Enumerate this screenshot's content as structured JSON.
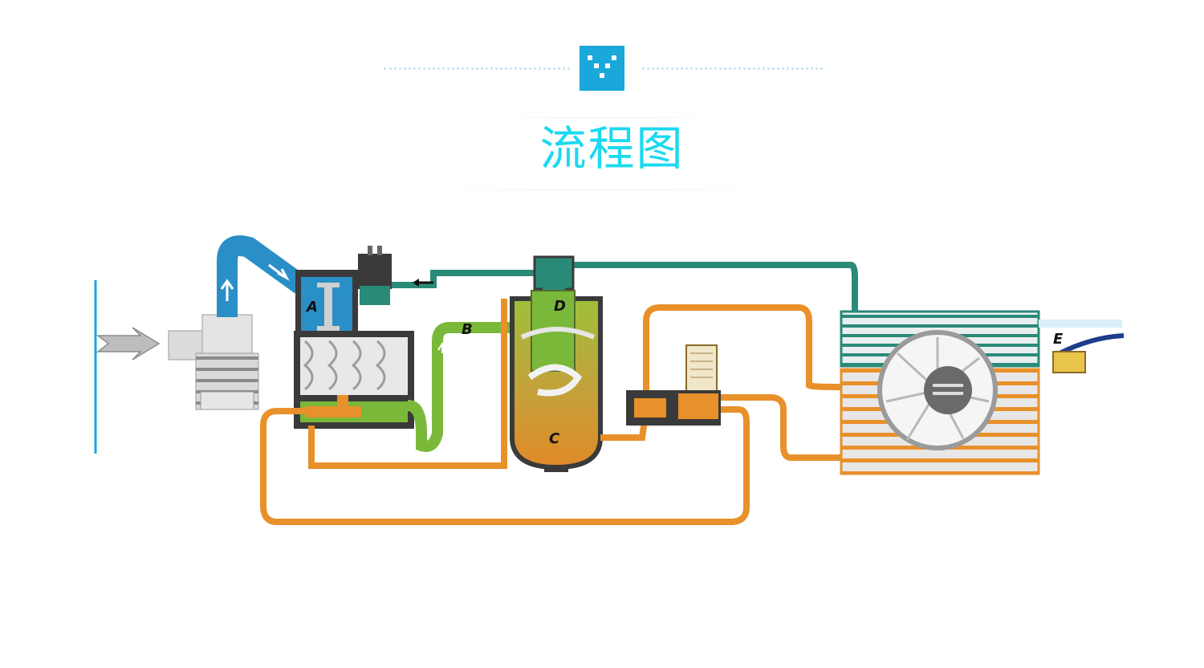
{
  "header": {
    "title": "流程图"
  },
  "colors": {
    "accent": "#1aa7d9",
    "title": "#1bd9ef",
    "air_inlet": "#2b8fc7",
    "oil_hot": "#e8902a",
    "oil_green": "#7ab83a",
    "air_teal": "#2a8a78",
    "housing": "#3c3c3c"
  },
  "diagram": {
    "labels": {
      "a": "A",
      "b": "B",
      "c": "C",
      "d": "D",
      "e": "E"
    }
  }
}
